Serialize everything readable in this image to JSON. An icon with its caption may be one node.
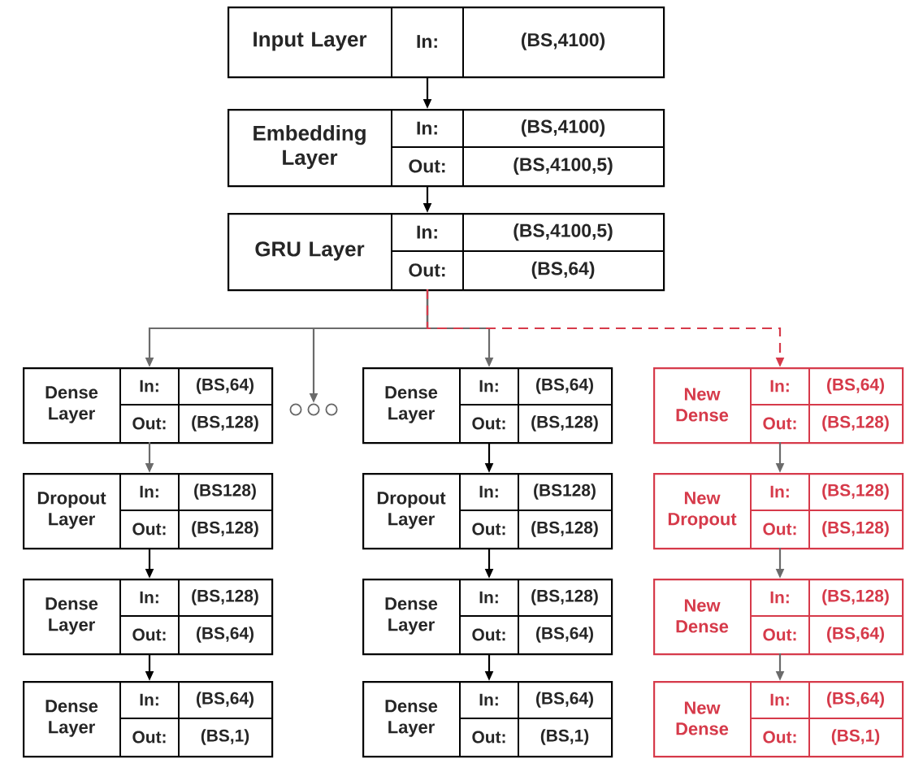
{
  "diagram": {
    "nodes": [
      {
        "text": [
          "Input Layer",
          "In:",
          "(BS,4100)"
        ]
      },
      {
        "text": [
          "Embedding Layer",
          "In:",
          "(BS,4100)",
          "Out:",
          "(BS,4100,5)"
        ]
      },
      {
        "text": [
          "GRU Layer",
          "In:",
          "(BS,4100,5)",
          "Out:",
          "(BS,64)"
        ]
      },
      {
        "text": [
          "Dense Layer",
          "In:",
          "(BS,64)",
          "Out:",
          "(BS,128)"
        ]
      },
      {
        "text": [],
        "shape": "circle"
      },
      {
        "text": [
          "Dense Layer",
          "In:",
          "(BS,64)",
          "Out:",
          "(BS,128)"
        ]
      },
      {
        "text": [
          "New Dense",
          "In:",
          "(BS,64)",
          "Out:",
          "(BS,128)"
        ]
      },
      {
        "text": [
          "Dropout Layer",
          "In:",
          "(BS128)",
          "Out:",
          "(BS,128)"
        ]
      },
      {
        "text": [
          "Dropout Layer",
          "In:",
          "(BS128)",
          "Out:",
          "(BS,128)"
        ]
      },
      {
        "text": [
          "New Dropout",
          "In:",
          "(BS,128)",
          "Out:",
          "(BS,128)"
        ]
      },
      {
        "text": [
          "Dense Layer",
          "In:",
          "(BS,128)",
          "Out:",
          "(BS,64)"
        ]
      },
      {
        "text": [
          "Dense Layer",
          "In:",
          "(BS,128)",
          "Out:",
          "(BS,64)"
        ]
      },
      {
        "text": [
          "New Dense",
          "In:",
          "(BS,128)",
          "Out:",
          "(BS,64)"
        ]
      },
      {
        "text": [
          "Dense Layer",
          "In:",
          "(BS,64)",
          "Out:",
          "(BS,1)"
        ]
      },
      {
        "text": [
          "Dense Layer",
          "In:",
          "(BS,64)",
          "Out:",
          "(BS,1)"
        ]
      },
      {
        "text": [
          "New Dense",
          "In:",
          "(BS,64)",
          "Out:",
          "(BS,1)"
        ]
      }
    ],
    "edges": [
      {
        "from": 0,
        "to": 1,
        "arrow": "to"
      },
      {
        "from": 1,
        "to": 2,
        "arrow": "to"
      },
      {
        "from": 2,
        "to": 3,
        "arrow": "to",
        "color": "#6b6b6b"
      },
      {
        "from": 2,
        "to": 4,
        "arrow": "to",
        "color": "#6b6b6b"
      },
      {
        "from": 2,
        "to": 5,
        "arrow": "to",
        "color": "#6b6b6b"
      },
      {
        "from": 2,
        "to": 6,
        "arrow": "to",
        "style": "dashed",
        "color": "#d63a4a"
      },
      {
        "from": 3,
        "to": 7,
        "arrow": "to",
        "color": "#6b6b6b"
      },
      {
        "from": 7,
        "to": 10,
        "arrow": "to"
      },
      {
        "from": 10,
        "to": 13,
        "arrow": "to"
      },
      {
        "from": 5,
        "to": 8,
        "arrow": "to"
      },
      {
        "from": 8,
        "to": 11,
        "arrow": "to"
      },
      {
        "from": 11,
        "to": 14,
        "arrow": "to"
      },
      {
        "from": 6,
        "to": 9,
        "arrow": "to",
        "color": "#6b6b6b"
      },
      {
        "from": 9,
        "to": 12,
        "arrow": "to",
        "color": "#6b6b6b"
      },
      {
        "from": 12,
        "to": 15,
        "arrow": "to",
        "color": "#6b6b6b"
      }
    ]
  }
}
